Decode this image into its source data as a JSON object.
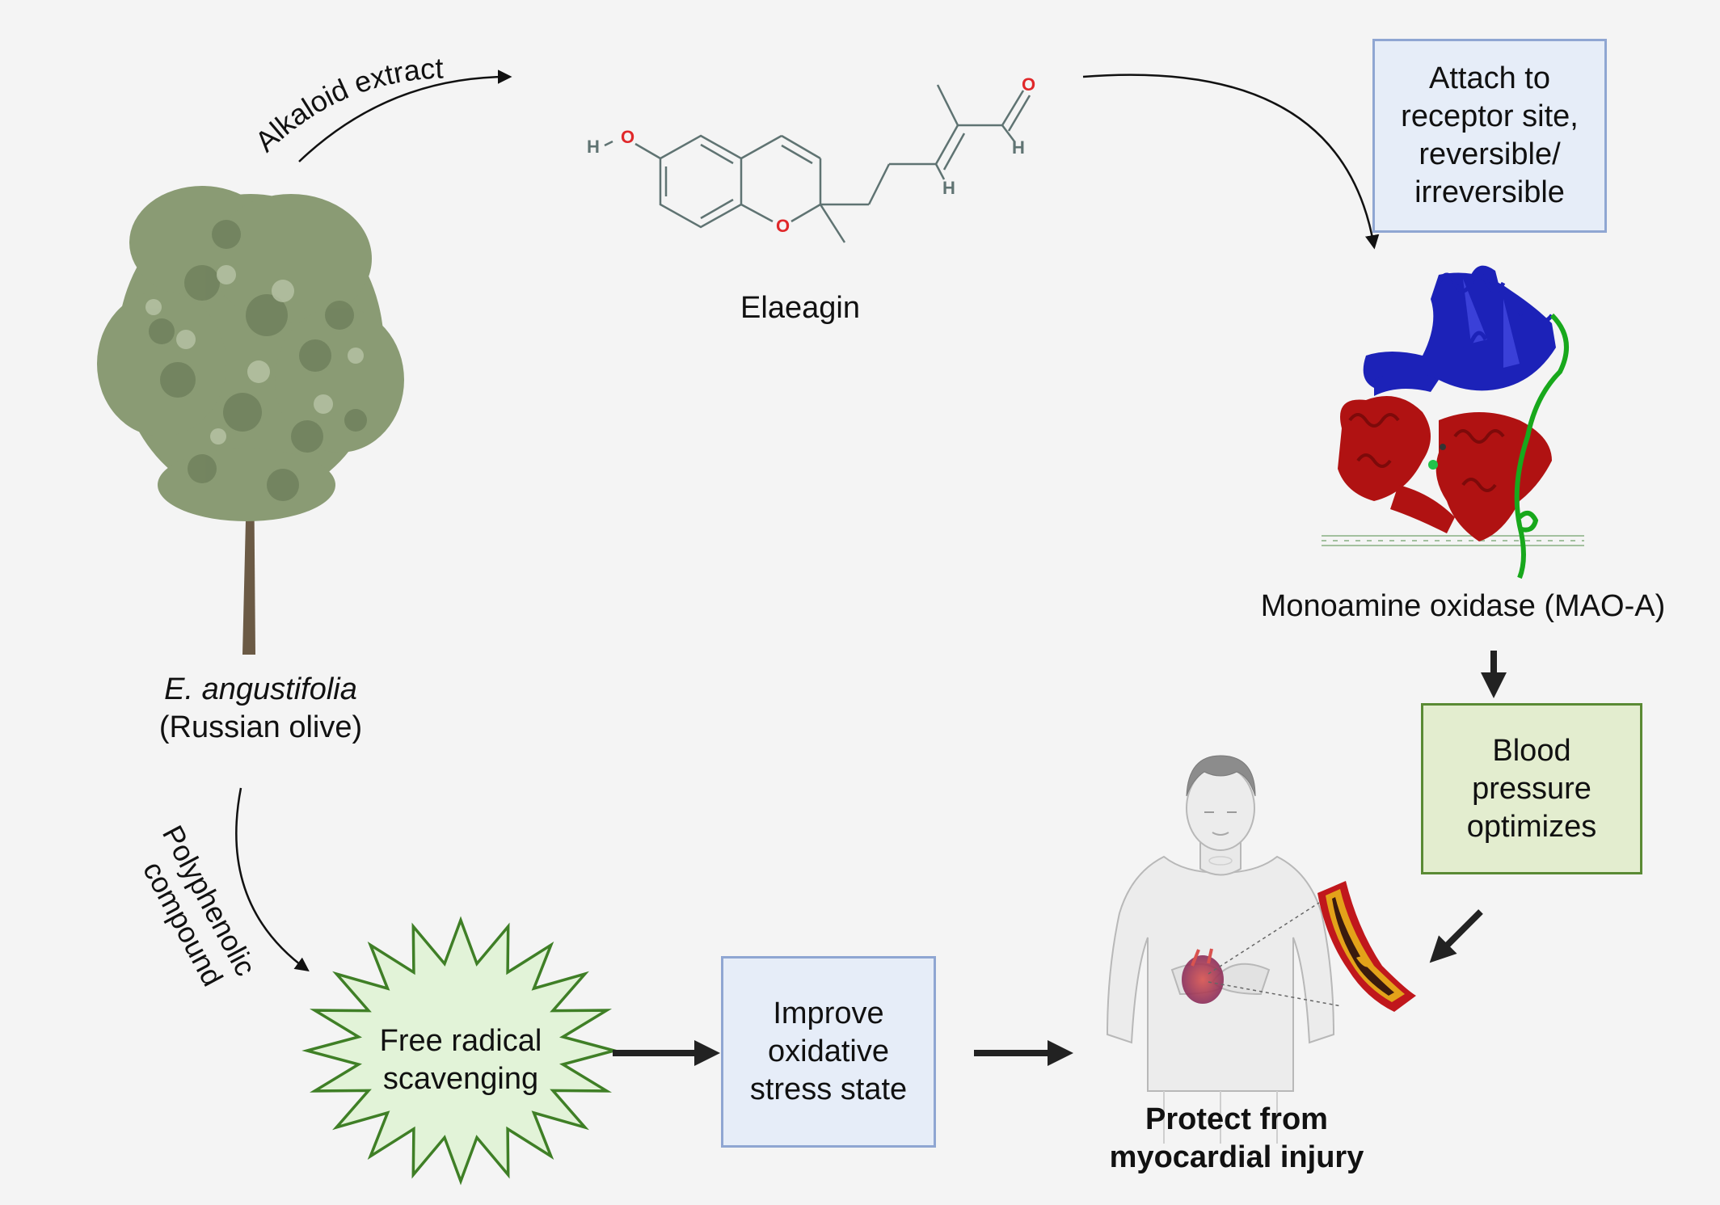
{
  "plant": {
    "name_italic": "E. angustifolia",
    "common_name": "(Russian olive)"
  },
  "compound": {
    "name": "Elaeagin",
    "atoms": {
      "o_hydroxyl": "O",
      "h_hydroxyl": "H",
      "o_ring": "O",
      "o_aldehyde": "O",
      "h_aldehyde": "H",
      "h_vinyl": "H"
    }
  },
  "arrows": {
    "alkaloid": "Alkaloid extract",
    "polyphenolic_line1": "Polyphenolic",
    "polyphenolic_line2": "compound"
  },
  "boxes": {
    "attach": [
      "Attach to",
      "receptor site,",
      "reversible/",
      "irreversible"
    ],
    "blood_pressure": [
      "Blood",
      "pressure",
      "optimizes"
    ],
    "improve": [
      "Improve",
      "oxidative",
      "stress state"
    ]
  },
  "enzyme": {
    "name": "Monoamine oxidase (MAO-A)"
  },
  "scavenging": [
    "Free radical",
    "scavenging"
  ],
  "outcome": [
    "Protect from",
    "myocardial injury"
  ],
  "colors": {
    "tree_foliage": "#8a9b74",
    "tree_trunk": "#6b5a45",
    "protein_blue": "#1c22b8",
    "protein_red": "#b01212",
    "protein_green": "#18a81c",
    "starburst_fill": "#e2f3d8",
    "starburst_stroke": "#3f7f26",
    "molecule_bond": "#5f7372",
    "oxygen": "#e0282a"
  }
}
